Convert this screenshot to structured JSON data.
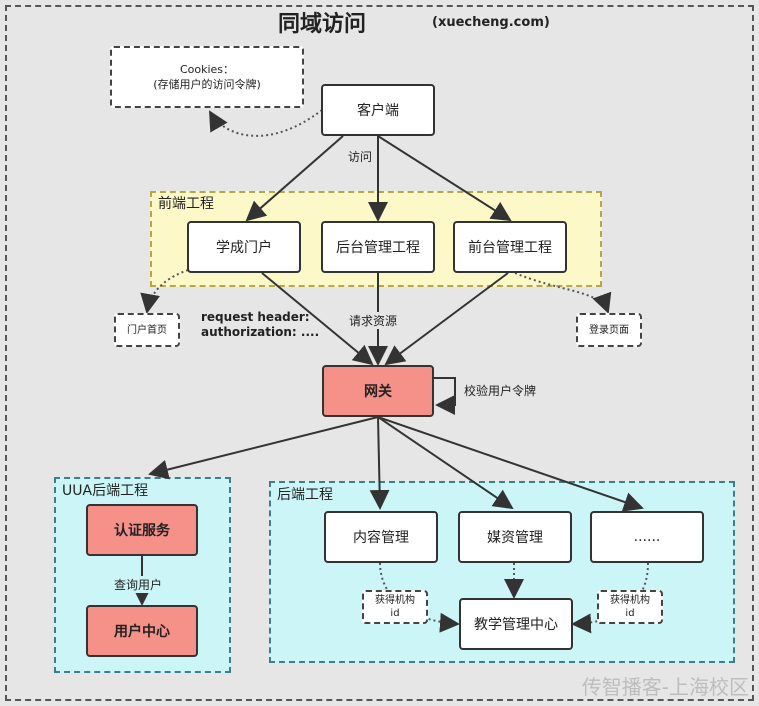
{
  "title": "同域访问",
  "subtitle": "(xuecheng.com)",
  "nodes": {
    "cookies_line1": "Cookies：",
    "cookies_line2": "(存储用户的访问令牌)",
    "client": "客户端",
    "xuecheng_portal": "学成门户",
    "admin_project": "后台管理工程",
    "frontdesk_project": "前台管理工程",
    "portal_home": "门户首页",
    "login_page": "登录页面",
    "gateway": "网关",
    "auth_service": "认证服务",
    "user_center": "用户中心",
    "content_mgmt": "内容管理",
    "media_mgmt": "媒资管理",
    "more": "......",
    "teaching_center": "教学管理中心",
    "get_org_left_1": "获得机构",
    "get_org_left_2": "id",
    "get_org_right_1": "获得机构",
    "get_org_right_2": "id"
  },
  "groups": {
    "frontend": "前端工程",
    "uaa": "UUA后端工程",
    "backend": "后端工程"
  },
  "edge_labels": {
    "visit": "访问",
    "request_resource": "请求资源",
    "request_header": "request header:",
    "authorization": "authorization: ....",
    "verify_token": "校验用户令牌",
    "query_user": "查询用户"
  },
  "watermark": "传智播客-上海校区"
}
